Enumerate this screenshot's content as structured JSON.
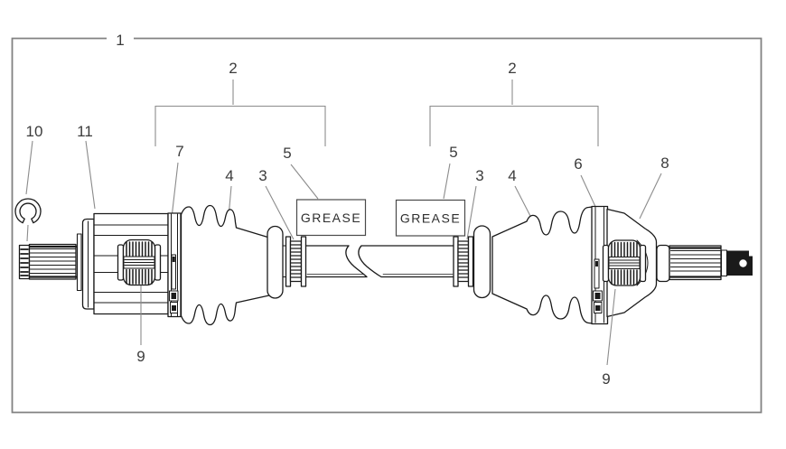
{
  "figure": {
    "background": "#ffffff",
    "frame_color": "#828282",
    "line_color": "#1a1a1a",
    "leader_color": "#8c8c8c",
    "label_color": "#3c3c3c",
    "grease_text_color": "#2e2e2e"
  },
  "callouts": {
    "c1": "1",
    "c2_left": "2",
    "c2_right": "2",
    "c3_left": "3",
    "c3_right": "3",
    "c4_left": "4",
    "c4_right": "4",
    "c5_left": "5",
    "c5_right": "5",
    "c6": "6",
    "c7": "7",
    "c8": "8",
    "c9_left": "9",
    "c9_right": "9",
    "c10": "10",
    "c11": "11"
  },
  "grease": {
    "left": "GREASE",
    "right": "GREASE"
  }
}
